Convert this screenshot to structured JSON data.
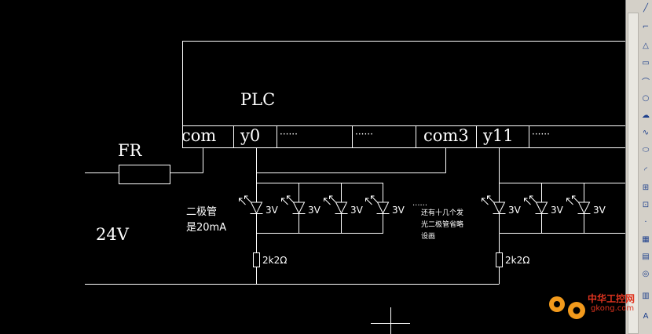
{
  "drawing": {
    "plc_label": "PLC",
    "fuse_label": "FR",
    "supply_label": "24V",
    "terminals": [
      "com",
      "y0",
      "······",
      "······",
      "com3",
      "y11",
      "······"
    ],
    "diode_voltage": "3V",
    "resistor_label": "2k2Ω",
    "note_line1": "二极管",
    "note_line2": "是20mA",
    "annotation_line1": "还有十几个发",
    "annotation_line2": "光二极管省略",
    "annotation_line3": "设画",
    "gap_dots": "······"
  },
  "watermark": {
    "cn": "中华工控网",
    "url": "gkong.com"
  },
  "colors": {
    "background": "#000000",
    "lines": "#ffffff",
    "toolbar": "#d4d0c8",
    "watermark_red": "#e0341f",
    "watermark_gear": "#f29a1c"
  },
  "toolbar": {
    "icons": [
      "line-tool-icon",
      "polyline-tool-icon",
      "polygon-tool-icon",
      "rectangle-tool-icon",
      "arc-tool-icon",
      "circle-tool-icon",
      "revision-cloud-icon",
      "spline-tool-icon",
      "ellipse-tool-icon",
      "ellipse-arc-icon",
      "insert-block-icon",
      "make-block-icon",
      "point-tool-icon",
      "hatch-tool-icon",
      "gradient-tool-icon",
      "region-tool-icon",
      "table-tool-icon",
      "mtext-tool-icon"
    ]
  }
}
